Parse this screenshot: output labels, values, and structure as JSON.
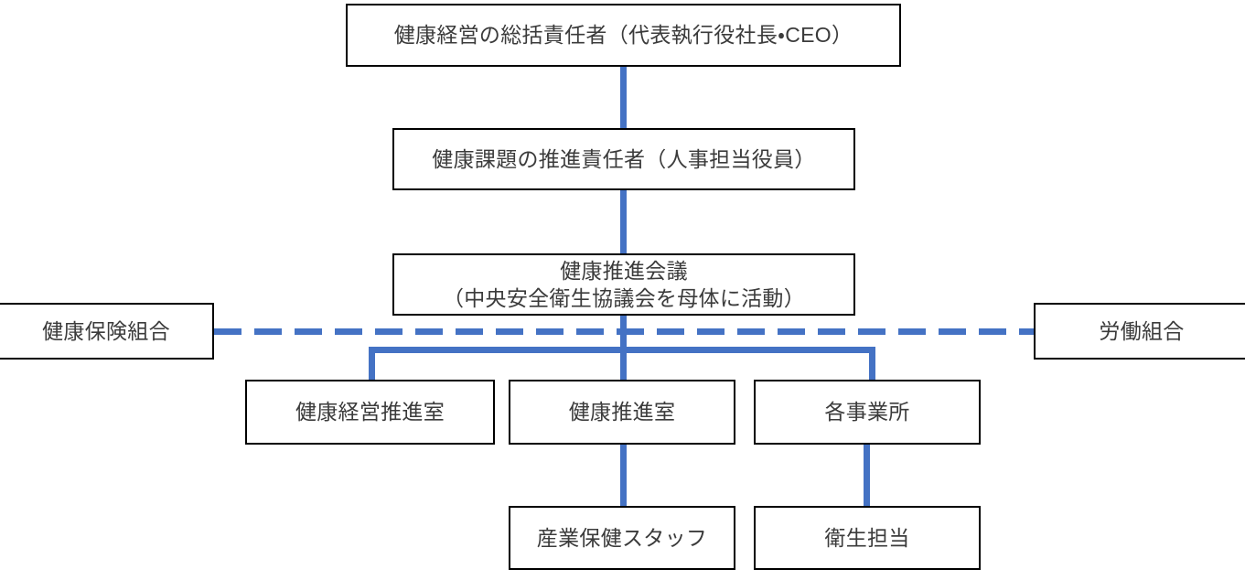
{
  "diagram": {
    "title": "健康経営推進体制図",
    "colors": {
      "connector_blue": "#4472C4",
      "box_border": "#000000",
      "box_fill": "#FFFFFF",
      "text": "#3B3B3B"
    },
    "nodes": {
      "chief_officer": {
        "label": "健康経営の総括責任者（代表執行役社長・CEO）"
      },
      "promotion_officer": {
        "label": "健康課題の推進責任者（人事担当役員）"
      },
      "health_council": {
        "label": "健康推進会議\n（中央安全衛生協議会を母体に活動）"
      },
      "health_insurance_union": {
        "label": "健康保険組合"
      },
      "labor_union": {
        "label": "労働組合"
      },
      "kenko_keiei_office": {
        "label": "健康経営推進室"
      },
      "kenko_suishin_office": {
        "label": "健康推進室"
      },
      "business_sites": {
        "label": "各事業所"
      },
      "occupational_health_staff": {
        "label": "産業保健スタッフ"
      },
      "hygiene_officer": {
        "label": "衛生担当"
      }
    },
    "connectors": {
      "chief_to_officer": "vertical-solid",
      "officer_to_council": "vertical-solid",
      "council_to_branch_bus": "vertical-solid",
      "branch_bus": "horizontal-solid",
      "bus_to_kenko_keiei_office": "vertical-solid",
      "bus_to_kenko_suishin_office": "vertical-solid",
      "bus_to_business_sites": "vertical-solid",
      "kenko_suishin_to_staff": "vertical-solid",
      "business_sites_to_hygiene": "vertical-solid",
      "union_link": "horizontal-dashed"
    }
  }
}
